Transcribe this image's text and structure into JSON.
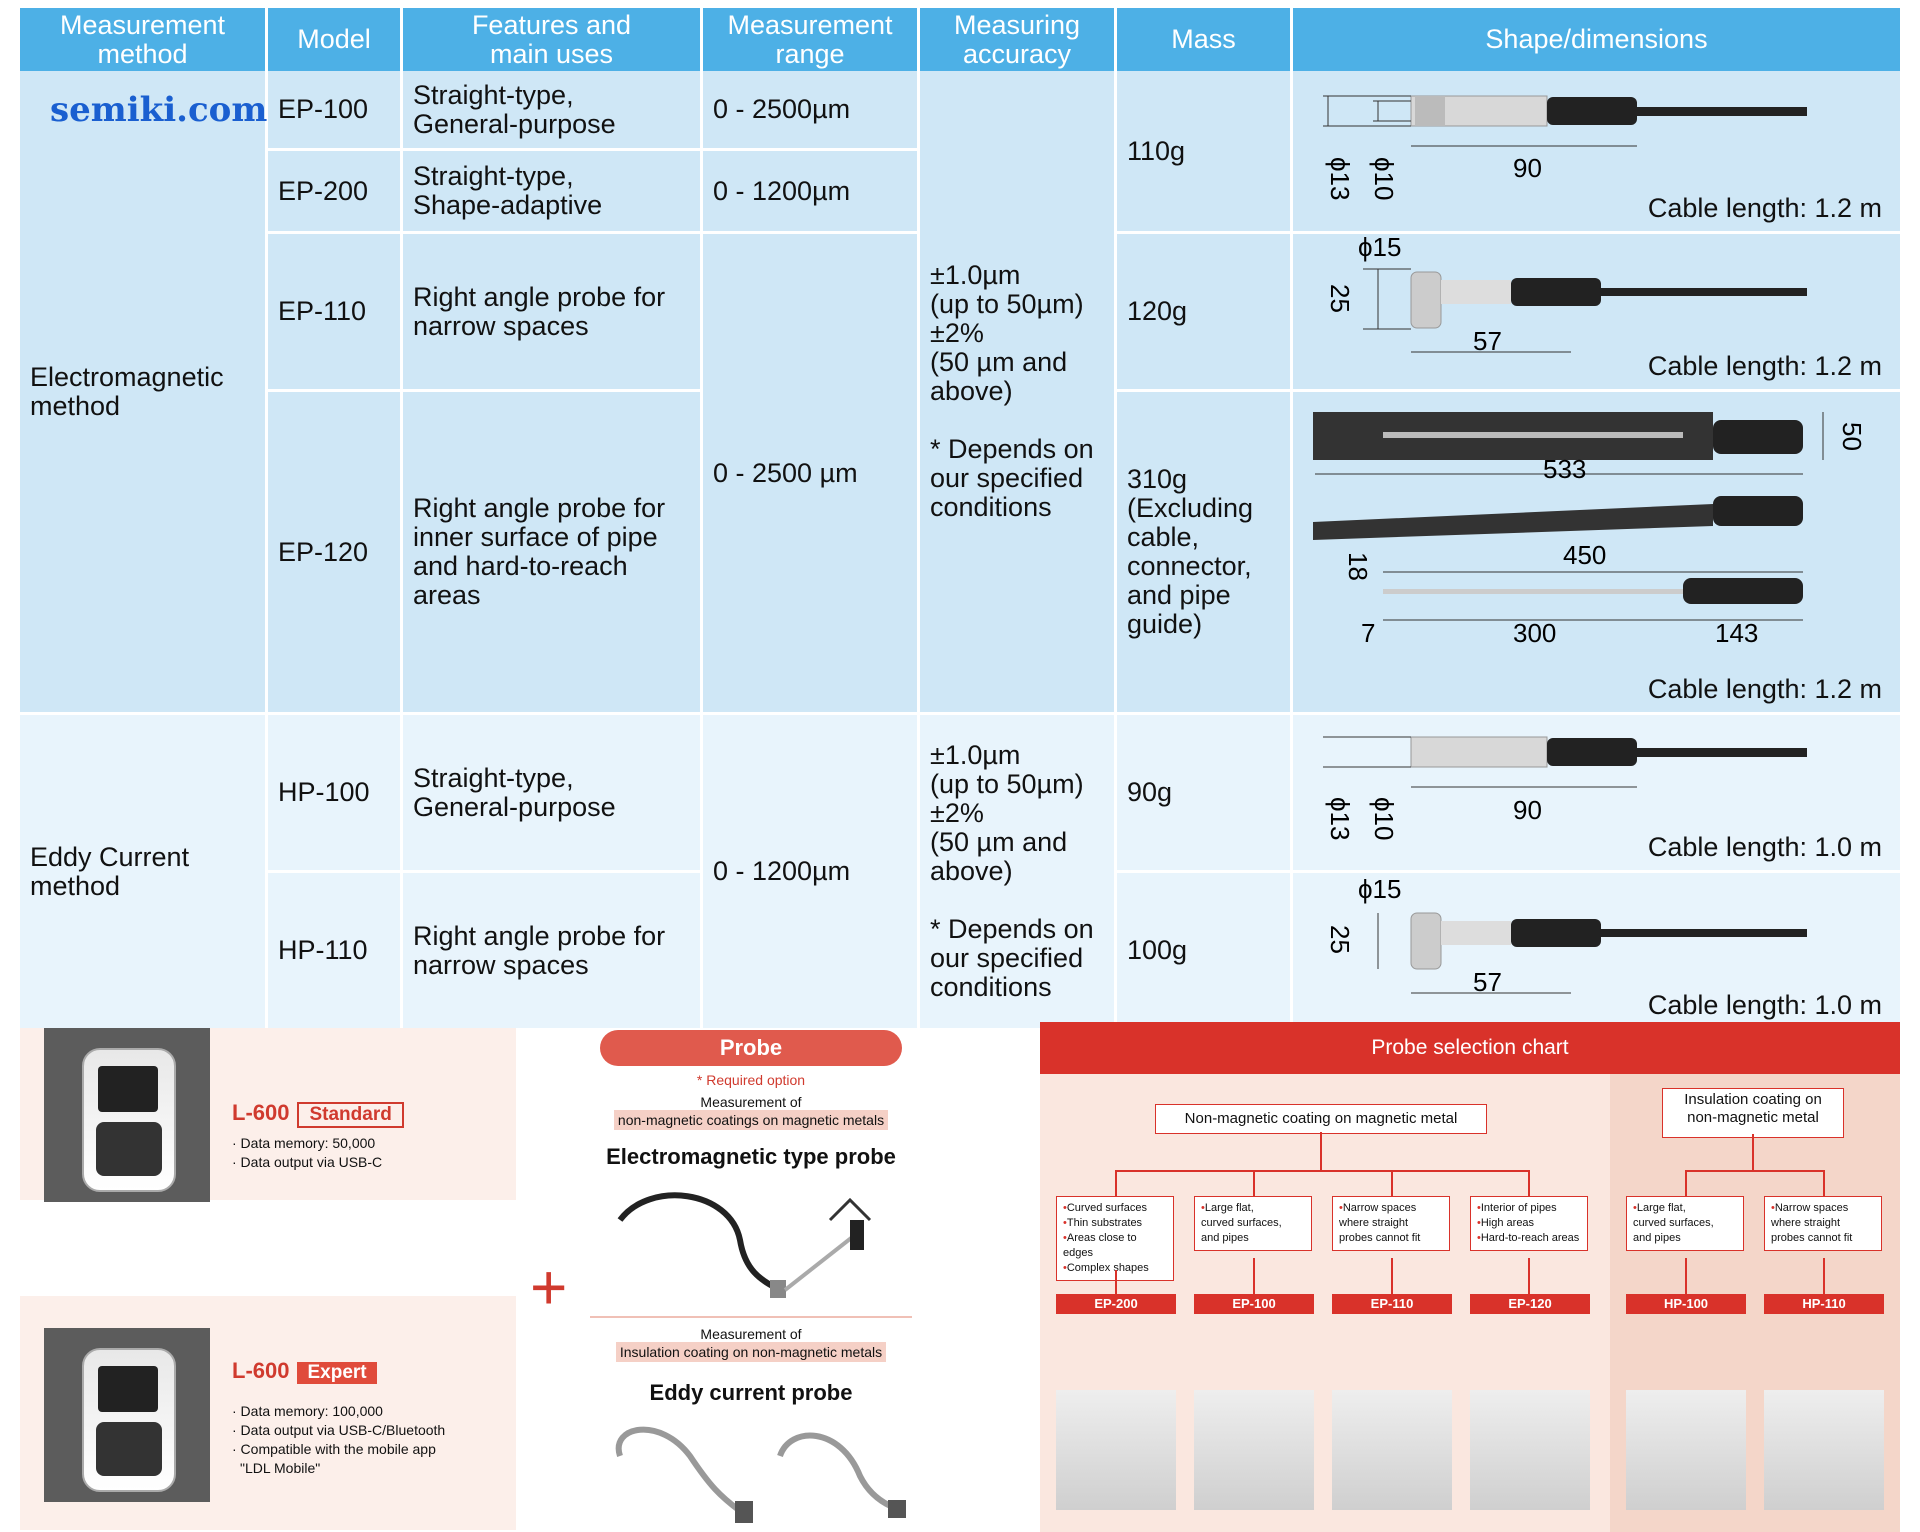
{
  "watermark": "semiki.com",
  "table": {
    "headers": [
      "Measurement\nmethod",
      "Model",
      "Features and\nmain uses",
      "Measurement\nrange",
      "Measuring\naccuracy",
      "Mass",
      "Shape/dimensions"
    ],
    "methods": {
      "em": "Electromagnetic\nmethod",
      "ec": "Eddy Current\nmethod"
    },
    "rows": [
      {
        "model": "EP-100",
        "features": "Straight-type,\nGeneral-purpose",
        "range": "0 - 2500µm"
      },
      {
        "model": "EP-200",
        "features": "Straight-type,\nShape-adaptive",
        "range": "0 - 1200µm"
      },
      {
        "model": "EP-110",
        "features": "Right angle probe for\nnarrow spaces"
      },
      {
        "model": "EP-120",
        "features": "Right angle probe for\ninner surface of pipe\nand hard-to-reach\nareas"
      },
      {
        "model": "HP-100",
        "features": "Straight-type,\nGeneral-purpose"
      },
      {
        "model": "HP-110",
        "features": "Right angle probe for\nnarrow spaces"
      }
    ],
    "range_ep110_120": "0 - 2500 µm",
    "range_hp": "0 - 1200µm",
    "accuracy": "±1.0µm\n(up to 50µm)\n±2%\n(50 µm and\nabove)\n\n* Depends on\nour specified\nconditions",
    "mass": {
      "ep100_200": "110g",
      "ep110": "120g",
      "ep120": "310g\n(Excluding\ncable,\nconnector,\nand pipe\nguide)",
      "hp100": "90g",
      "hp110": "100g"
    },
    "cable": {
      "m12": "Cable length: 1.2 m",
      "m10": "Cable length: 1.0 m"
    },
    "dims": {
      "d13": "ϕ13",
      "d10": "ϕ10",
      "len90": "90",
      "d15": "ϕ15",
      "h25": "25",
      "len57": "57",
      "len533": "533",
      "h50": "50",
      "len450": "450",
      "h18": "18",
      "len7": "7",
      "len300": "300",
      "len143": "143"
    }
  },
  "devices": {
    "standard": {
      "model": "L-600",
      "tag": "Standard",
      "bullets": [
        "· Data memory: 50,000",
        "· Data output via USB-C"
      ]
    },
    "expert": {
      "model": "L-600",
      "tag": "Expert",
      "bullets": [
        "· Data memory: 100,000",
        "· Data output via USB-C/Bluetooth",
        "· Compatible with the mobile app",
        "\"LDL Mobile\""
      ]
    }
  },
  "probe": {
    "title": "Probe",
    "required": "* Required option",
    "em": {
      "meas": "Measurement of",
      "what": "non-magnetic coatings on magnetic metals",
      "title": "Electromagnetic type probe"
    },
    "ec": {
      "meas": "Measurement of",
      "what": "Insulation coating on non-magnetic metals",
      "title": "Eddy current probe"
    }
  },
  "chart": {
    "title": "Probe selection chart",
    "left_head": "Non-magnetic coating on magnetic metal",
    "right_head": "Insulation coating on\nnon-magnetic metal",
    "cats": [
      [
        "Curved surfaces",
        "Thin substrates",
        "Areas close to edges",
        "Complex shapes"
      ],
      [
        "Large flat,\ncurved surfaces,\nand pipes"
      ],
      [
        "Narrow spaces\nwhere straight\nprobes cannot fit"
      ],
      [
        "Interior of pipes",
        "High areas",
        "Hard-to-reach areas"
      ],
      [
        "Large flat,\ncurved surfaces,\nand pipes"
      ],
      [
        "Narrow spaces\nwhere straight\nprobes cannot fit"
      ]
    ],
    "models": [
      "EP-200",
      "EP-100",
      "EP-110",
      "EP-120",
      "HP-100",
      "HP-110"
    ]
  }
}
